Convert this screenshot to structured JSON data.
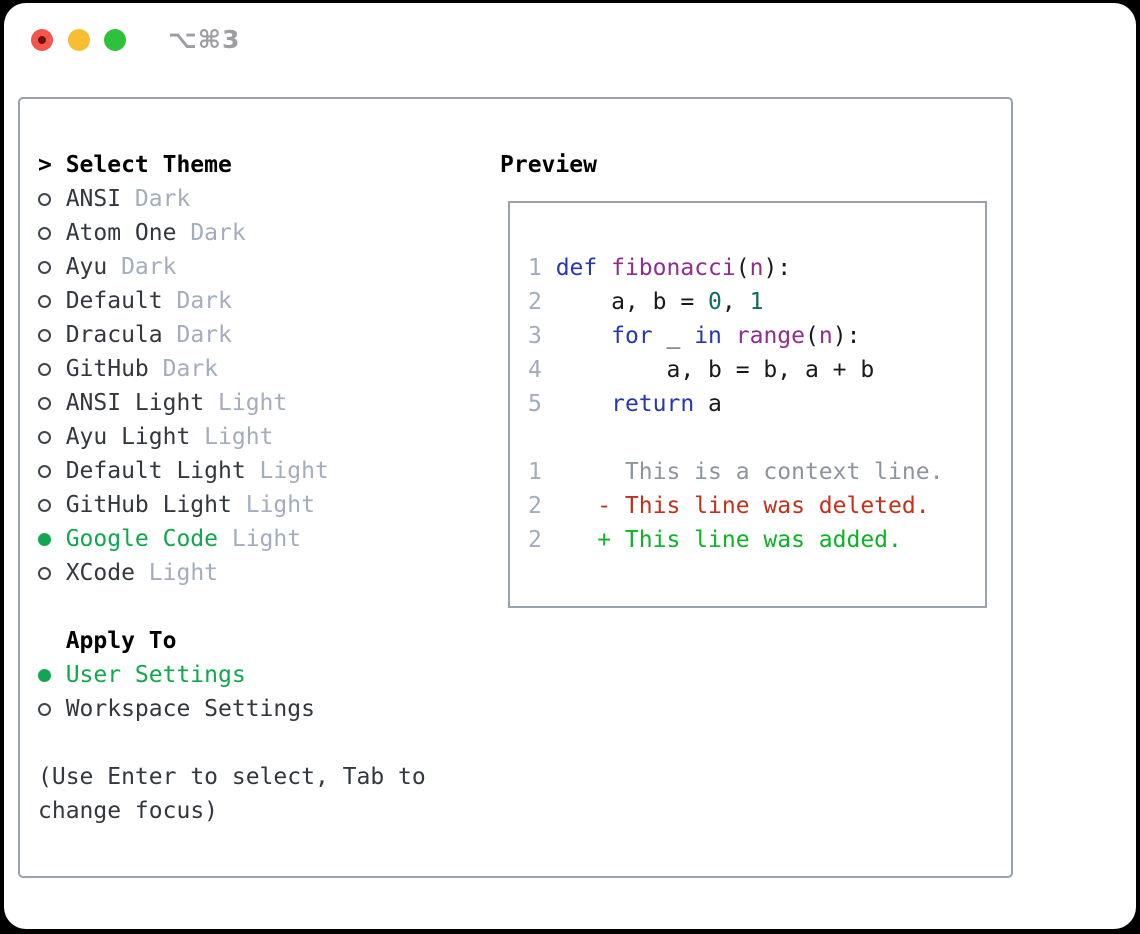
{
  "titlebar": {
    "shortcut_label": "⌥⌘3",
    "buttons": [
      "close",
      "minimize",
      "zoom"
    ]
  },
  "theme_picker": {
    "prompt": ">",
    "title": "Select Theme",
    "themes": [
      {
        "name": "ANSI",
        "tag": "Dark",
        "selected": false
      },
      {
        "name": "Atom One",
        "tag": "Dark",
        "selected": false
      },
      {
        "name": "Ayu",
        "tag": "Dark",
        "selected": false
      },
      {
        "name": "Default",
        "tag": "Dark",
        "selected": false
      },
      {
        "name": "Dracula",
        "tag": "Dark",
        "selected": false
      },
      {
        "name": "GitHub",
        "tag": "Dark",
        "selected": false
      },
      {
        "name": "ANSI Light",
        "tag": "Light",
        "selected": false
      },
      {
        "name": "Ayu Light",
        "tag": "Light",
        "selected": false
      },
      {
        "name": "Default Light",
        "tag": "Light",
        "selected": false
      },
      {
        "name": "GitHub Light",
        "tag": "Light",
        "selected": false
      },
      {
        "name": "Google Code",
        "tag": "Light",
        "selected": true
      },
      {
        "name": "XCode",
        "tag": "Light",
        "selected": false
      }
    ],
    "apply_to": {
      "title": "Apply To",
      "options": [
        {
          "label": "User Settings",
          "selected": true
        },
        {
          "label": "Workspace Settings",
          "selected": false
        }
      ]
    },
    "help_text": "(Use Enter to select, Tab to change focus)"
  },
  "preview": {
    "title": "Preview",
    "lines": [
      {
        "num": "1",
        "kind": "code",
        "segs": [
          [
            "pl",
            " "
          ],
          [
            "kw",
            "def"
          ],
          [
            "pl",
            " "
          ],
          [
            "fn",
            "fibonacci"
          ],
          [
            "pl",
            "("
          ],
          [
            "fn",
            "n"
          ],
          [
            "pl",
            "):"
          ]
        ]
      },
      {
        "num": "2",
        "kind": "code",
        "segs": [
          [
            "pl",
            "     a, b = "
          ],
          [
            "lit",
            "0"
          ],
          [
            "pl",
            ", "
          ],
          [
            "lit",
            "1"
          ]
        ]
      },
      {
        "num": "3",
        "kind": "code",
        "segs": [
          [
            "pl",
            "     "
          ],
          [
            "kw",
            "for"
          ],
          [
            "pl",
            " _ "
          ],
          [
            "kw",
            "in"
          ],
          [
            "pl",
            " "
          ],
          [
            "fn",
            "range"
          ],
          [
            "pl",
            "("
          ],
          [
            "fn",
            "n"
          ],
          [
            "pl",
            "):"
          ]
        ]
      },
      {
        "num": "4",
        "kind": "code",
        "segs": [
          [
            "pl",
            "         a, b = b, a + b"
          ]
        ]
      },
      {
        "num": "5",
        "kind": "code",
        "segs": [
          [
            "pl",
            "     "
          ],
          [
            "kw",
            "return"
          ],
          [
            "pl",
            " a"
          ]
        ]
      },
      {
        "num": "",
        "kind": "blank",
        "segs": []
      },
      {
        "num": "1",
        "kind": "diff-context",
        "segs": [
          [
            "ctx",
            "      This is a context line."
          ]
        ]
      },
      {
        "num": "2",
        "kind": "diff-deleted",
        "segs": [
          [
            "del",
            "    - This line was deleted."
          ]
        ]
      },
      {
        "num": "2",
        "kind": "diff-added",
        "segs": [
          [
            "add",
            "    + This line was added."
          ]
        ]
      }
    ]
  },
  "colors": {
    "selection_green": "#10a74e",
    "list_text": "#33373e",
    "muted_gray": "#a3adbc",
    "line_number": "#a2acbc",
    "traffic_red": "#f4564e",
    "traffic_yellow": "#f7bd33",
    "traffic_green": "#2ec23c",
    "syntax": {
      "kw": "#2737b3",
      "fn": "#8f2d90",
      "lit": "#0e6b64",
      "pl": "#17191d",
      "ctx": "#8e949e",
      "del": "#c2311c",
      "add": "#0cb326"
    }
  }
}
